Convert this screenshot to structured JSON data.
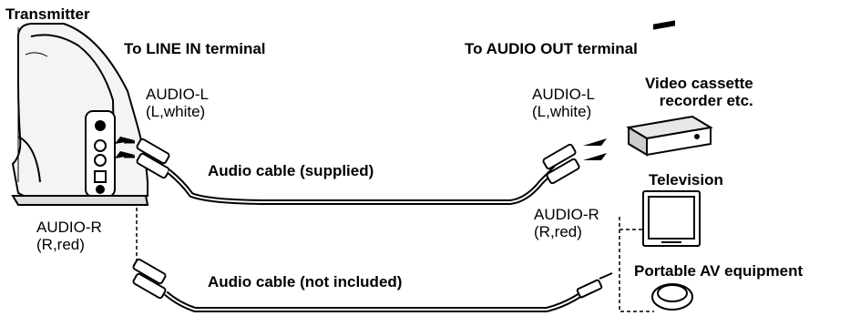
{
  "labels": {
    "transmitter": "Transmitter",
    "to_line_in": "To LINE IN terminal",
    "to_audio_out": "To AUDIO OUT terminal",
    "audio_l_left": "AUDIO-L",
    "audio_l_left_sub": "(L,white)",
    "audio_l_right": "AUDIO-L",
    "audio_l_right_sub": "(L,white)",
    "audio_r_left": "AUDIO-R",
    "audio_r_left_sub": "(R,red)",
    "audio_r_right": "AUDIO-R",
    "audio_r_right_sub": "(R,red)",
    "cable_supplied": "Audio cable (supplied)",
    "cable_not_included": "Audio cable (not included)",
    "vcr_line1": "Video cassette",
    "vcr_line2": "recorder etc.",
    "television": "Television",
    "portable": "Portable AV equipment"
  }
}
